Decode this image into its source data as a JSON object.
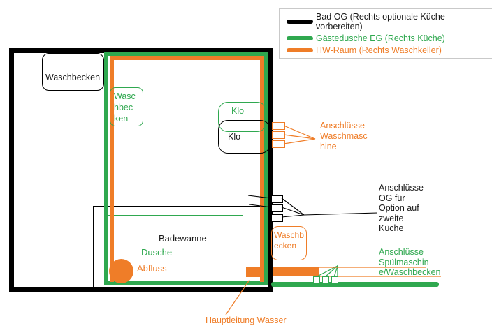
{
  "colors": {
    "wall_black": "#000000",
    "green": "#2fa84f",
    "orange": "#ef7d28",
    "legend_border": "#c9c9c9"
  },
  "legend": {
    "items": [
      {
        "name": "bad-og",
        "color": "#000000",
        "label": "Bad OG (Rechts optionale Küche vorbereiten)"
      },
      {
        "name": "gaestedusche-eg",
        "color": "#2fa84f",
        "label": "Gästedusche EG (Rechts Küche)"
      },
      {
        "name": "hw-raum",
        "color": "#ef7d28",
        "label": "HW-Raum (Rechts Waschkeller)"
      }
    ]
  },
  "fixtures": {
    "waschbecken_og": "Waschbecken",
    "waschbecken_eg": "Wasc\nhbec\nken",
    "waschbecken_hw": "Waschb\necken",
    "klo_eg": "Klo",
    "klo_og": "Klo",
    "badewanne": "Badewanne",
    "dusche": "Dusche",
    "abfluss": "Abfluss"
  },
  "callouts": {
    "waschmaschine": "Anschlüsse\nWaschmasc\nhine",
    "og_zweite_kueche": "Anschlüsse\nOG für\nOption auf\nzweite\nKüche",
    "spuelmaschine": "Anschlüsse\nSpülmaschin\ne/Waschbecken",
    "hauptleitung": "Hauptleitung Wasser"
  }
}
